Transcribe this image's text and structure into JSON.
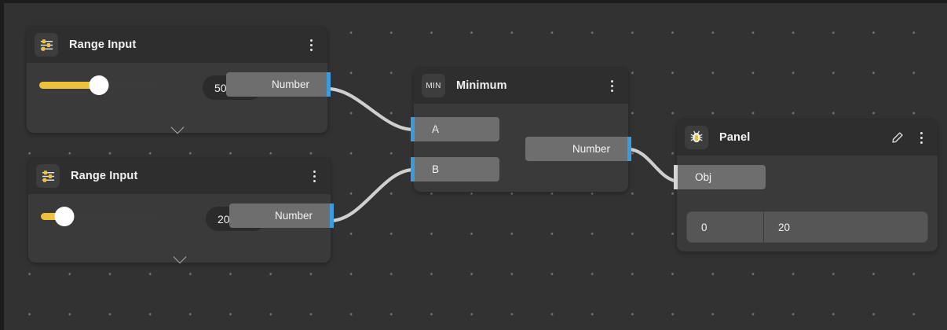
{
  "canvas": {
    "background_color": "#323232",
    "grid_dot_color": "#6e6e6e",
    "wire_color": "#cfcfcf",
    "port_accent_number": "#3b9bdd",
    "port_accent_object": "#d6d6d6",
    "accent_yellow": "#eec13c"
  },
  "nodes": [
    {
      "id": "range-input-1",
      "title": "Range Input",
      "icon": "sliders-icon",
      "menu_icon": "kebab-menu-icon",
      "slider": {
        "value": 50,
        "min": 0,
        "max": 100,
        "percent": 50
      },
      "number_field": {
        "value": "50",
        "placeholder": "0"
      },
      "spinner": {
        "up_icon": "chevron-up-icon",
        "down_icon": "chevron-down-icon"
      },
      "expander_icon": "chevron-down-icon",
      "outputs": [
        {
          "label": "Number",
          "type": "number"
        }
      ]
    },
    {
      "id": "range-input-2",
      "title": "Range Input",
      "icon": "sliders-icon",
      "menu_icon": "kebab-menu-icon",
      "slider": {
        "value": 20,
        "min": 0,
        "max": 100,
        "percent": 20
      },
      "number_field": {
        "value": "20",
        "placeholder": "0"
      },
      "spinner": {
        "up_icon": "chevron-up-icon",
        "down_icon": "chevron-down-icon"
      },
      "expander_icon": "chevron-down-icon",
      "outputs": [
        {
          "label": "Number",
          "type": "number"
        }
      ]
    },
    {
      "id": "minimum",
      "title": "Minimum",
      "badge_label": "MIN",
      "menu_icon": "kebab-menu-icon",
      "inputs": [
        {
          "label": "A",
          "type": "number"
        },
        {
          "label": "B",
          "type": "number"
        }
      ],
      "outputs": [
        {
          "label": "Number",
          "type": "number"
        }
      ]
    },
    {
      "id": "panel",
      "title": "Panel",
      "icon": "bug-icon",
      "edit_icon": "pencil-icon",
      "menu_icon": "kebab-menu-icon",
      "inputs": [
        {
          "label": "Obj",
          "type": "object"
        }
      ],
      "table": {
        "rows": [
          {
            "index": "0",
            "value": "20"
          }
        ]
      }
    }
  ],
  "connections": [
    {
      "from": "range-input-1.Number",
      "to": "minimum.A"
    },
    {
      "from": "range-input-2.Number",
      "to": "minimum.B"
    },
    {
      "from": "minimum.Number",
      "to": "panel.Obj"
    }
  ]
}
